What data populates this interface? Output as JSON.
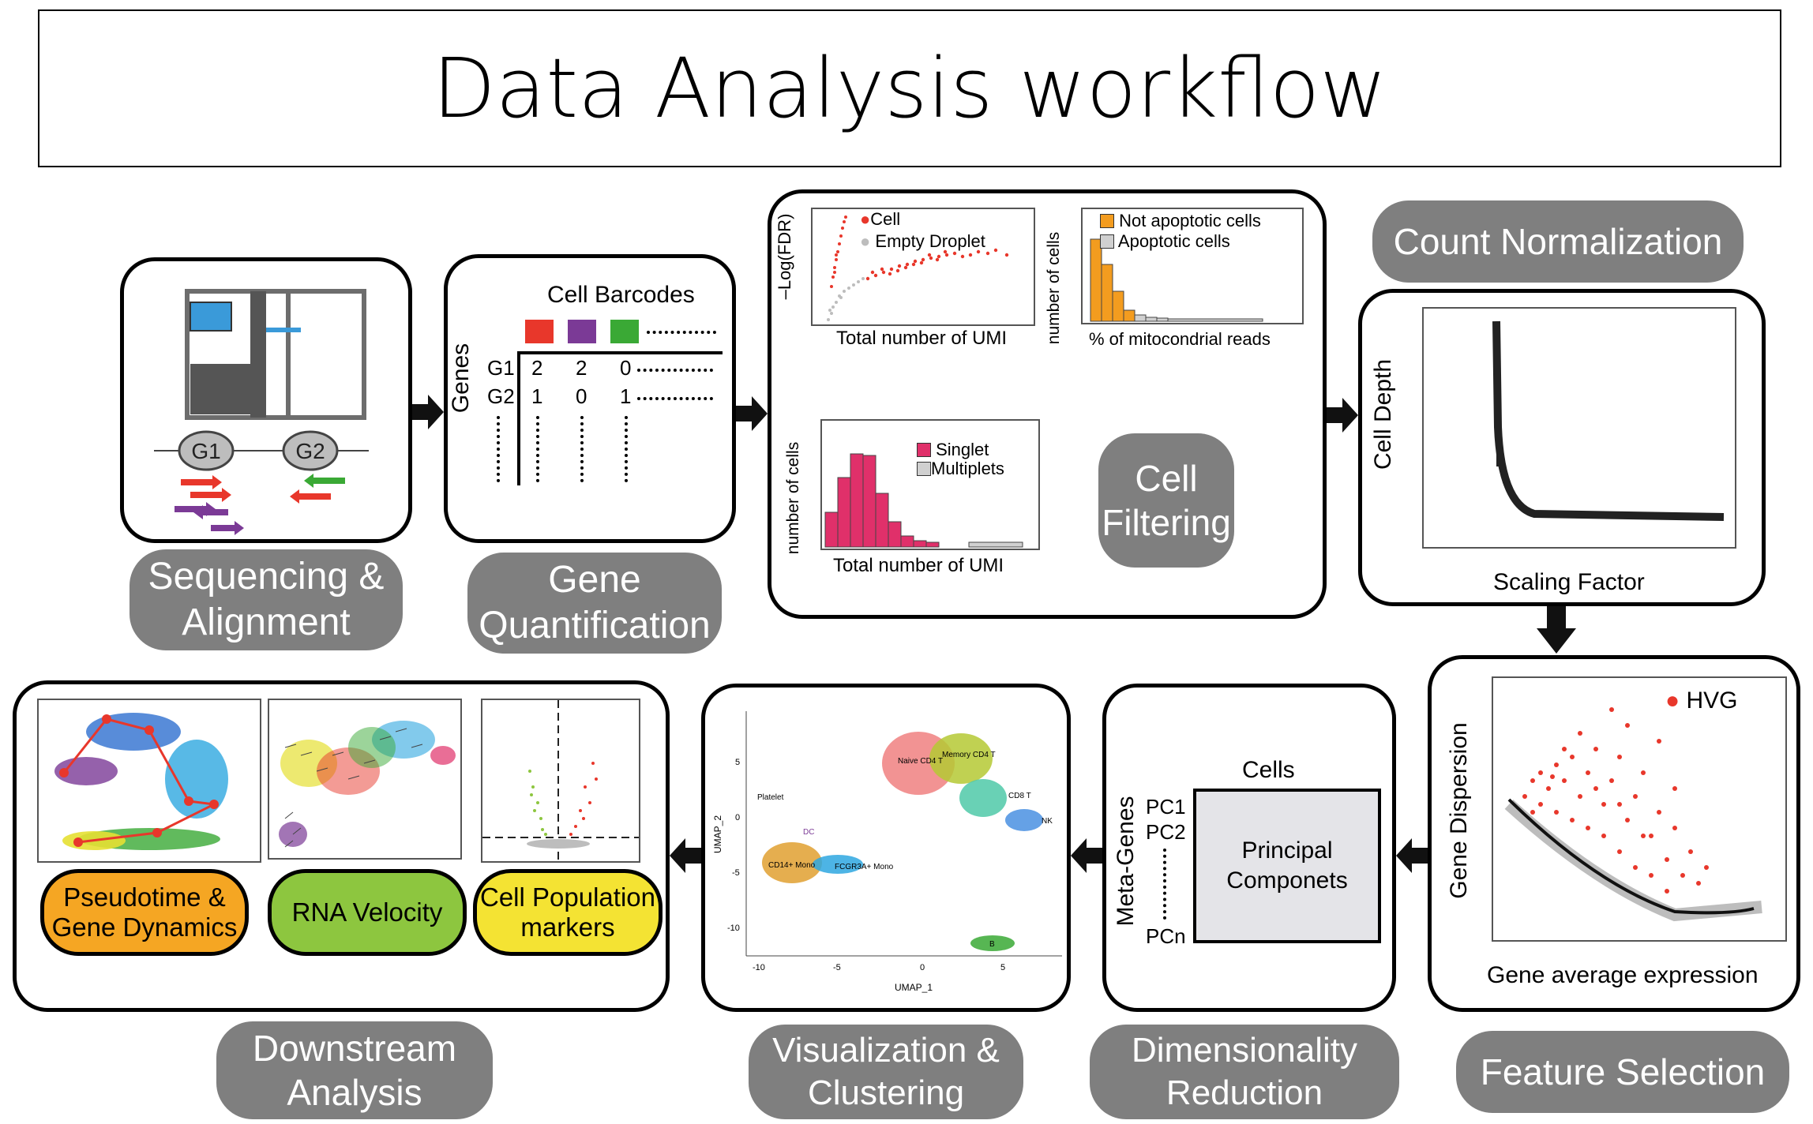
{
  "title": "Data Analysis workflow",
  "colors": {
    "stage_pill": "#7f7f7f",
    "cell_red": "#e8372b",
    "orange": "#f39c1f",
    "magenta": "#e0306a",
    "green_chip": "#8dc63f",
    "yellow_chip": "#f4e333",
    "orange_chip": "#f5a623"
  },
  "stages": {
    "sequencing": {
      "label": "Sequencing & Alignment",
      "gene1": "G1",
      "gene2": "G2"
    },
    "gene_quant": {
      "label": "Gene Quantification",
      "barcodes_label": "Cell Barcodes",
      "genes_label": "Genes",
      "rows": [
        {
          "gene": "G1",
          "values": [
            "2",
            "2",
            "0"
          ]
        },
        {
          "gene": "G2",
          "values": [
            "1",
            "0",
            "1"
          ]
        }
      ]
    },
    "cell_filtering": {
      "label": "Cell Filtering",
      "plot1": {
        "ylabel": "–Log(FDR)",
        "xlabel": "Total number of UMI",
        "legend": [
          "Cell",
          "Empty Droplet"
        ]
      },
      "plot2": {
        "ylabel": "number of cells",
        "xlabel": "% of mitocondrial reads",
        "legend": [
          "Not apoptotic cells",
          "Apoptotic cells"
        ]
      },
      "plot3": {
        "ylabel": "number of cells",
        "xlabel": "Total number of UMI",
        "legend": [
          "Singlet",
          "Multiplets"
        ]
      }
    },
    "normalization": {
      "label": "Count Normalization",
      "ylabel": "Cell Depth",
      "xlabel": "Scaling Factor"
    },
    "feature_selection": {
      "label": "Feature Selection",
      "ylabel": "Gene Dispersion",
      "xlabel": "Gene average expression",
      "legend": "HVG"
    },
    "dim_reduction": {
      "label": "Dimensionality Reduction",
      "cells_label": "Cells",
      "metagenes_label": "Meta-Genes",
      "pcs": [
        "PC1",
        "PC2",
        "PCn"
      ],
      "box_text": "Principal Componets"
    },
    "visualization": {
      "label": "Visualization & Clustering",
      "xlabel": "UMAP_1",
      "ylabel": "UMAP_2",
      "xticks": [
        "-10",
        "-5",
        "0",
        "5"
      ],
      "yticks": [
        "5",
        "0",
        "-5",
        "-10"
      ],
      "clusters": [
        "Platelet",
        "DC",
        "CD14+ Mono",
        "FCGR3A+ Mono",
        "Naive CD4 T",
        "Memory CD4 T",
        "CD8 T",
        "NK",
        "B"
      ]
    },
    "downstream": {
      "label": "Downstream Analysis",
      "chips": [
        "Pseudotime & Gene Dynamics",
        "RNA Velocity",
        "Cell Population markers"
      ]
    }
  }
}
